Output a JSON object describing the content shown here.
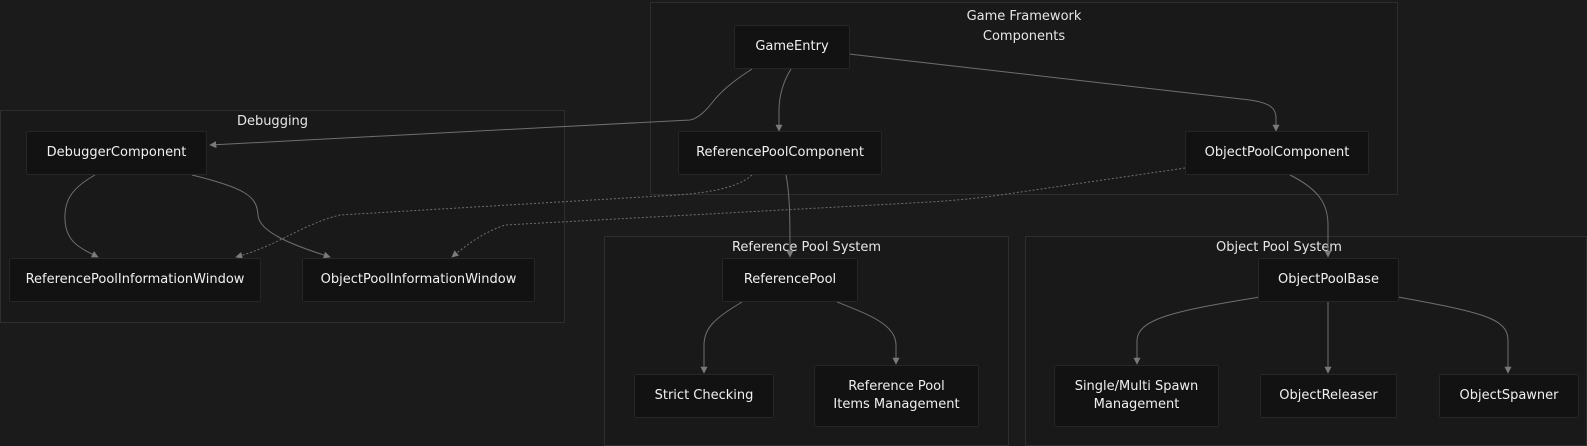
{
  "clusters": {
    "game_framework": "Game Framework\nComponents",
    "debugging": "Debugging",
    "reference_pool_system": "Reference Pool System",
    "object_pool_system": "Object Pool System"
  },
  "nodes": {
    "game_entry": "GameEntry",
    "debugger_component": "DebuggerComponent",
    "reference_pool_component": "ReferencePoolComponent",
    "object_pool_component": "ObjectPoolComponent",
    "reference_pool_information_window": "ReferencePoolInformationWindow",
    "object_pool_information_window": "ObjectPoolInformationWindow",
    "reference_pool": "ReferencePool",
    "strict_checking": "Strict Checking",
    "reference_pool_items_management": "Reference Pool\nItems Management",
    "object_pool_base": "ObjectPoolBase",
    "single_multi_spawn_management": "Single/Multi Spawn\nManagement",
    "object_releaser": "ObjectReleaser",
    "object_spawner": "ObjectSpawner"
  },
  "colors": {
    "background": "#1b1b1b",
    "cluster_border": "#2e2e2e",
    "node_fill": "#121212",
    "edge": "#7a7a7a"
  }
}
